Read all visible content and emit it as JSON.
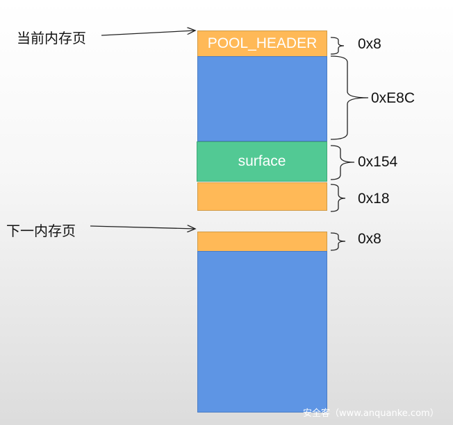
{
  "pages": {
    "current_label": "当前内存页",
    "next_label": "下一内存页"
  },
  "blocks": {
    "pool_header": "POOL_HEADER",
    "surface": "surface"
  },
  "sizes": {
    "header": "0x8",
    "body": "0xE8C",
    "surface": "0x154",
    "tail": "0x18",
    "next_header": "0x8"
  },
  "watermark": "安全客（www.anquanke.com）",
  "colors": {
    "orange": "#FFB957",
    "blue": "#5E95E4",
    "green": "#52C994"
  }
}
